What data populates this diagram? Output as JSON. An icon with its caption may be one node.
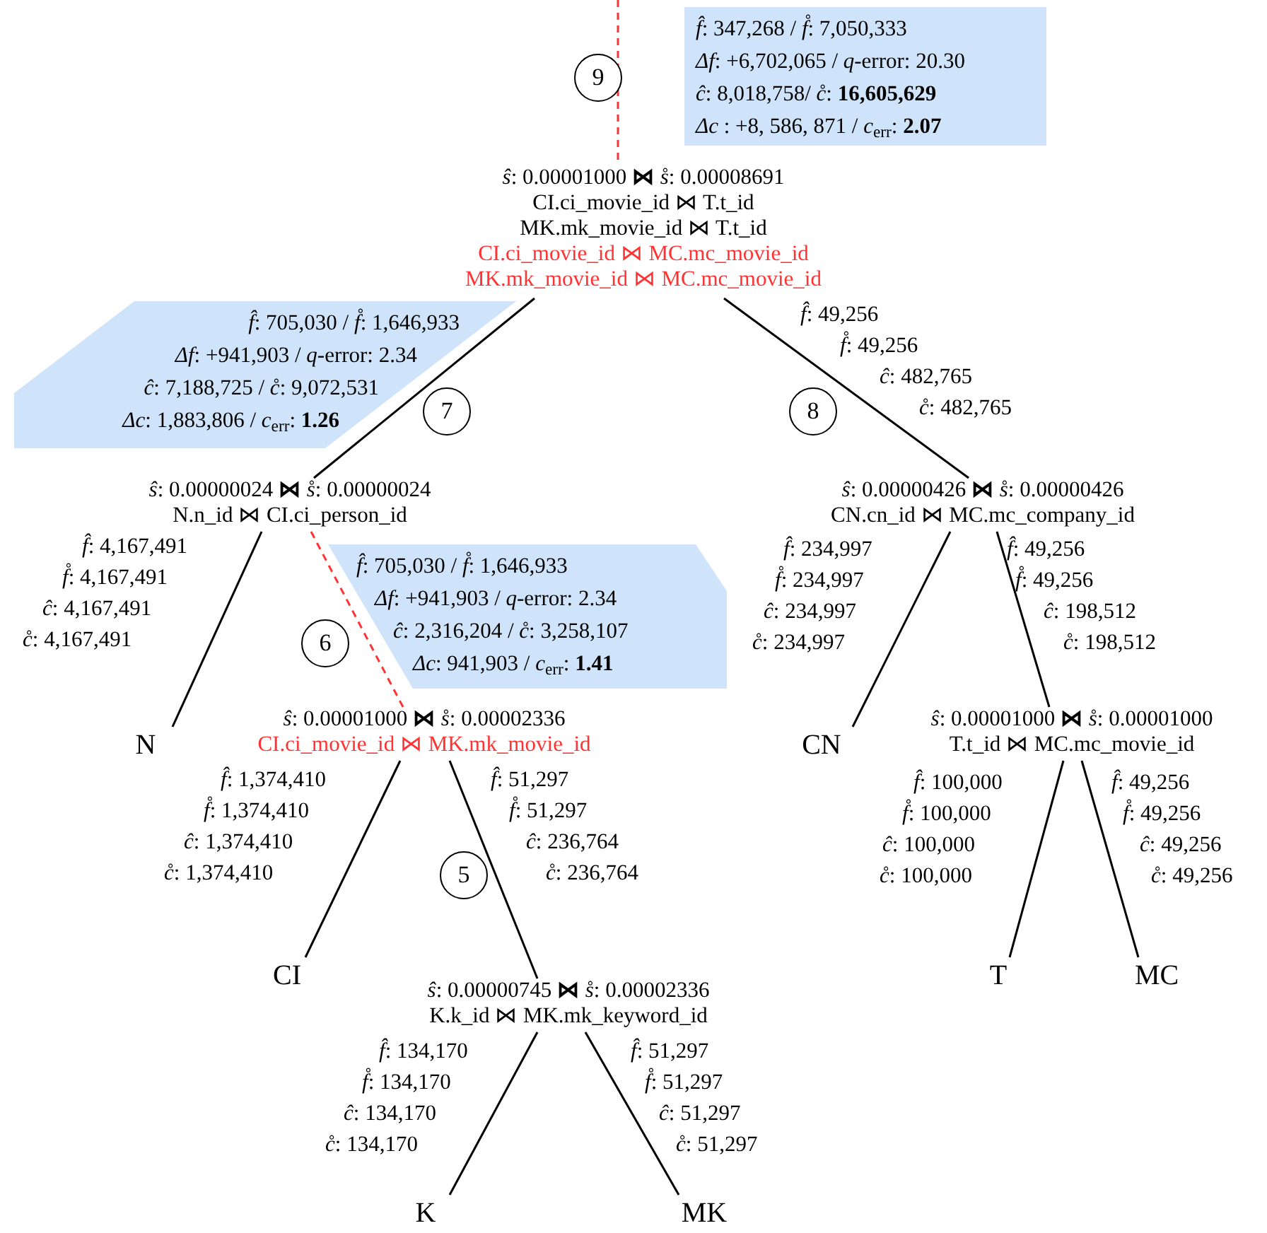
{
  "diagram": {
    "nodes": [
      {
        "text": [
          "9"
        ]
      },
      {
        "text": [
          "*f̂*: 347,268 / *f̊*: 7,050,333",
          "*Δf*: +6,702,065 / *q*-error: 20.30",
          "*ĉ*: 8,018,758/ *c̊*: **16,605,629**",
          "*Δc* : +8, 586, 871 / *c*$_{err}$: **2.07**"
        ]
      },
      {
        "text": [
          "*ŝ*: 0.00001000 **⋈** *s̊*: 0.00008691",
          "CI.ci_movie_id ⋈ T.t_id",
          "MK.mk_movie_id ⋈ T.t_id",
          "CI.ci_movie_id ⋈ MC.mc_movie_id",
          "MK.mk_movie_id ⋈ MC.mc_movie_id"
        ]
      },
      {
        "text": [
          "*f̂*: 705,030 / *f̊*: 1,646,933",
          "*Δf*: +941,903 / *q*-error: 2.34",
          "*ĉ*: 7,188,725 / *c̊*: 9,072,531",
          "*Δc*: 1,883,806 / *c*$_{err}$: **1.26**"
        ]
      },
      {
        "text": [
          "7"
        ]
      },
      {
        "text": [
          "8"
        ]
      },
      {
        "text": [
          "*ŝ*: 0.00000024 **⋈** *s̊*: 0.00000024",
          "N.n_id ⋈ CI.ci_person_id"
        ]
      },
      {
        "text": [
          "6"
        ]
      },
      {
        "text": [
          "*f̂*: 705,030 / *f̊*: 1,646,933",
          "*Δf*: +941,903 / *q*-error: 2.34",
          "*ĉ*: 2,316,204 / *c̊*: 3,258,107",
          "*Δc*: 941,903 / *c*$_{err}$: **1.41**"
        ]
      },
      {
        "text": [
          "*ŝ*: 0.00000426 **⋈** *s̊*: 0.00000426",
          "CN.cn_id ⋈ MC.mc_company_id"
        ]
      },
      {
        "text": [
          "N"
        ]
      },
      {
        "text": [
          "*ŝ*: 0.00001000 **⋈** *s̊*: 0.00002336",
          "CI.ci_movie_id ⋈ MK.mk_movie_id"
        ]
      },
      {
        "text": [
          "CN"
        ]
      },
      {
        "text": [
          "*ŝ*: 0.00001000 **⋈** *s̊*: 0.00001000",
          "T.t_id ⋈ MC.mc_movie_id"
        ]
      },
      {
        "text": [
          "5"
        ]
      },
      {
        "text": [
          "CI"
        ]
      },
      {
        "text": [
          "*ŝ*: 0.00000745 **⋈** *s̊*: 0.00002336",
          "K.k_id ⋈ MK.mk_keyword_id"
        ]
      },
      {
        "text": [
          "T"
        ]
      },
      {
        "text": [
          "MC"
        ]
      },
      {
        "text": [
          "K"
        ]
      },
      {
        "text": [
          "MK"
        ]
      }
    ],
    "edges": [
      {
        "from": null,
        "to": 2,
        "arrow": "none",
        "style": "dashed",
        "color": "#ff3333"
      },
      {
        "from": 2,
        "to": 6,
        "arrow": "none"
      },
      {
        "from": 2,
        "to": 9,
        "arrow": "none"
      },
      {
        "from": 6,
        "to": 10,
        "arrow": "none"
      },
      {
        "from": 6,
        "to": 11,
        "arrow": "none",
        "style": "dashed",
        "color": "#ff3333"
      },
      {
        "from": 11,
        "to": 15,
        "arrow": "none"
      },
      {
        "from": 11,
        "to": 16,
        "arrow": "none"
      },
      {
        "from": 16,
        "to": 19,
        "arrow": "none"
      },
      {
        "from": 16,
        "to": 20,
        "arrow": "none"
      },
      {
        "from": 9,
        "to": 12,
        "arrow": "none"
      },
      {
        "from": 9,
        "to": 13,
        "arrow": "none"
      },
      {
        "from": 13,
        "to": 17,
        "arrow": "none"
      },
      {
        "from": 13,
        "to": 18,
        "arrow": "none"
      }
    ],
    "labels": [
      "*f̂*: 49,256",
      "*f̊*: 49,256",
      "*ĉ*: 482,765",
      "*c̊*: 482,765",
      "*f̂*: 4,167,491",
      "*f̊*: 4,167,491",
      "*ĉ*: 4,167,491",
      "*c̊*: 4,167,491",
      "*f̂*: 234,997",
      "*f̊*: 234,997",
      "*ĉ*: 234,997",
      "*c̊*: 234,997",
      "*f̂*: 49,256",
      "*f̊*: 49,256",
      "*ĉ*: 198,512",
      "*c̊*: 198,512",
      "*f̂*: 1,374,410",
      "*f̊*: 1,374,410",
      "*ĉ*: 1,374,410",
      "*c̊*: 1,374,410",
      "*f̂*: 51,297",
      "*f̊*: 51,297",
      "*ĉ*: 236,764",
      "*c̊*: 236,764",
      "*f̂*: 100,000",
      "*f̊*: 100,000",
      "*ĉ*: 100,000",
      "*c̊*: 100,000",
      "*f̂*: 49,256",
      "*f̊*: 49,256",
      "*ĉ*: 49,256",
      "*c̊*: 49,256",
      "*f̂*: 134,170",
      "*f̊*: 134,170",
      "*ĉ*: 134,170",
      "*c̊*: 134,170",
      "*f̂*: 51,297",
      "*f̊*: 51,297",
      "*ĉ*: 51,297",
      "*c̊*: 51,297"
    ]
  }
}
